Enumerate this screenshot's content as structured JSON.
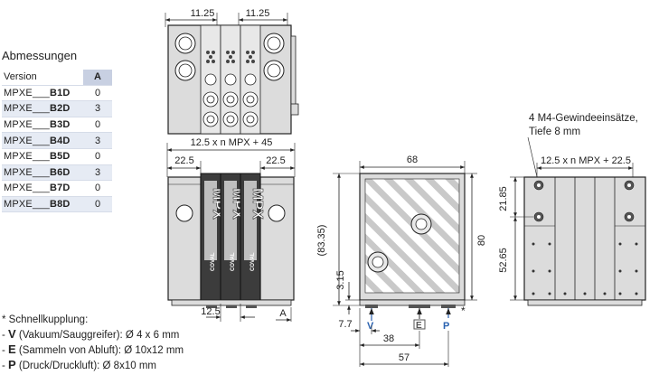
{
  "section_title": "Abmessungen",
  "table": {
    "headers": [
      "Version",
      "A"
    ],
    "rows": [
      {
        "prefix": "MPXE___",
        "code": "B1D",
        "a": "0"
      },
      {
        "prefix": "MPXE___",
        "code": "B2D",
        "a": "3"
      },
      {
        "prefix": "MPXE___",
        "code": "B3D",
        "a": "0"
      },
      {
        "prefix": "MPXE___",
        "code": "B4D",
        "a": "3"
      },
      {
        "prefix": "MPXE___",
        "code": "B5D",
        "a": "0"
      },
      {
        "prefix": "MPXE___",
        "code": "B6D",
        "a": "3"
      },
      {
        "prefix": "MPXE___",
        "code": "B7D",
        "a": "0"
      },
      {
        "prefix": "MPXE___",
        "code": "B8D",
        "a": "0"
      }
    ]
  },
  "notes": {
    "heading": "* Schnellkupplung:",
    "lines": [
      {
        "sym": "V",
        "text": " (Vakuum/Sauggreifer): Ø 4 x 6 mm"
      },
      {
        "sym": "E",
        "text": " (Sammeln von Abluft): Ø 10x12 mm"
      },
      {
        "sym": "P",
        "text": " (Druck/Druckluft): Ø 8x10 mm"
      }
    ]
  },
  "m4_note": [
    "4 M4-Gewindeeinsätze,",
    "Tiefe 8 mm"
  ],
  "dims": {
    "top_w1": "11.25",
    "top_w2": "11.25",
    "front_total": "12.5 x n MPX + 45",
    "front_left": "22.5",
    "front_right": "22.5",
    "front_pitch": "12.5",
    "front_a": "A",
    "side_width": "68",
    "side_height": "80",
    "side_height_ref": "(83.35)",
    "side_315": "3.15",
    "side_77": "7.7",
    "side_38": "38",
    "side_57": "57",
    "rear_total": "12.5 x n MPX + 22.5",
    "rear_2185": "21.85",
    "rear_5265": "52.65"
  },
  "ports": {
    "v": "V",
    "e": "E",
    "p": "P",
    "star": "*"
  },
  "brand": {
    "product": "MPX",
    "maker": "COVAL"
  },
  "colors": {
    "port_blue": "#2a62b0",
    "body_gray": "#dadada",
    "module_dark": "#3c3c3c"
  }
}
